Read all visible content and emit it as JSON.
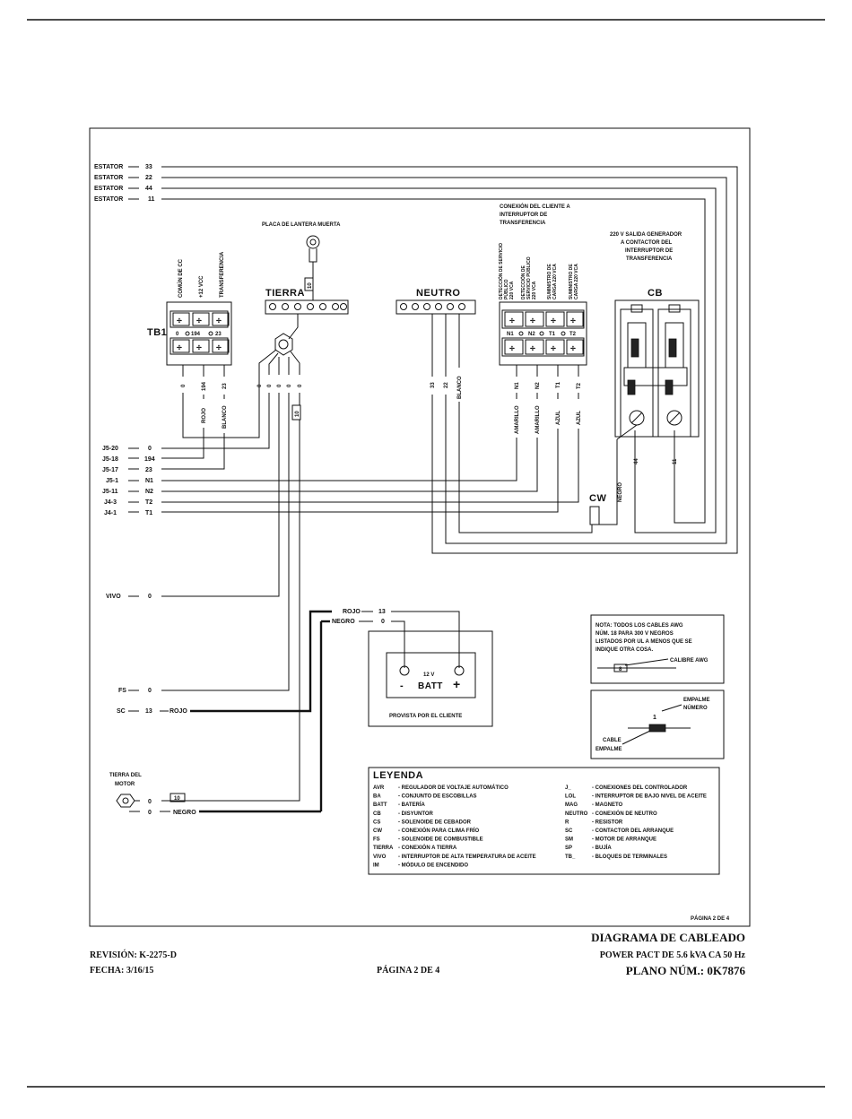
{
  "stator": [
    {
      "label": "ESTATOR",
      "num": "33"
    },
    {
      "label": "ESTATOR",
      "num": "22"
    },
    {
      "label": "ESTATOR",
      "num": "44"
    },
    {
      "label": "ESTATOR",
      "num": "11"
    }
  ],
  "placa": {
    "title": "PLACA DE LANTERA MUERTA",
    "tag": "10"
  },
  "tierra_label": "TIERRA",
  "neutro_label": "NEUTRO",
  "tb1": {
    "label": "TB1",
    "headers": [
      "COMÚN DE CC",
      "+12 VCC",
      "TRANSFERENCIA"
    ],
    "terminals": [
      "0",
      "194",
      "23"
    ],
    "wires": [
      "0",
      "194",
      "23"
    ],
    "colors": [
      "ROJO",
      "BLANCO"
    ]
  },
  "tierra_wires": [
    "0",
    "0",
    "0",
    "0",
    "0"
  ],
  "tierra_tag": "10",
  "neutro_wires": [
    "33",
    "22"
  ],
  "neutro_color": "BLANCO",
  "cliente": {
    "title": "CONEXIÓN DEL CLIENTE A INTERRUPTOR DE TRANSFERENCIA",
    "headers": [
      "DETECCIÓN DE SERVICIO PÚBLICO 220 VCA",
      "DETECCIÓN DE SERVICIO PÚBLICO 220 VCA",
      "SUMINISTRO DE CARGA 220 VCA",
      "SUMINISTRO DE CARGA 220 VCA"
    ],
    "terminals": [
      "N1",
      "N2",
      "T1",
      "T2"
    ],
    "wires": [
      "N1",
      "N2",
      "T1",
      "T2"
    ],
    "colors": [
      "AMARILLO",
      "AMARILLO",
      "AZUL",
      "AZUL"
    ]
  },
  "generador_title": "220 V SALIDA GENERADOR A CONTACTOR DEL INTERRUPTOR DE TRANSFERENCIA",
  "cb": {
    "label": "CB",
    "wires": [
      "44",
      "11"
    ]
  },
  "cw": {
    "label": "CW",
    "color": "NEGRO"
  },
  "left_conn": [
    {
      "pin": "J5-20",
      "num": "0"
    },
    {
      "pin": "J5-18",
      "num": "194"
    },
    {
      "pin": "J5-17",
      "num": "23"
    },
    {
      "pin": "J5-1",
      "num": "N1"
    },
    {
      "pin": "J5-11",
      "num": "N2"
    },
    {
      "pin": "J4-3",
      "num": "T2"
    },
    {
      "pin": "J4-1",
      "num": "T1"
    }
  ],
  "vivo": {
    "label": "VIVO",
    "num": "0"
  },
  "fs": {
    "label": "FS",
    "num": "0"
  },
  "sc": {
    "label": "SC",
    "num": "13",
    "color": "ROJO"
  },
  "batt_wires": [
    {
      "color": "ROJO",
      "num": "13"
    },
    {
      "color": "NEGRO",
      "num": "0"
    }
  ],
  "battery": {
    "voltage": "12 V",
    "label": "BATT",
    "minus": "-",
    "plus": "+",
    "caption": "PROVISTA POR EL CLIENTE"
  },
  "motor": {
    "title": "TIERRA DEL MOTOR",
    "rows": [
      {
        "num": "0",
        "tag": "10"
      },
      {
        "num": "0",
        "color": "NEGRO"
      }
    ]
  },
  "nota": {
    "text": [
      "NOTA: TODOS LOS CABLES AWG",
      "NÚM. 18 PARA 300 V NEGROS",
      "LISTADOS POR UL A MENOS QUE SE",
      "INDIQUE OTRA COSA."
    ],
    "tag": "8",
    "caption": "CALIBRE AWG"
  },
  "empalme": {
    "label1": "EMPALME",
    "label2": "NÚMERO",
    "tag": "1",
    "cable1": "CABLE",
    "cable2": "EMPALME"
  },
  "leyenda": {
    "title": "LEYENDA",
    "left": [
      {
        "k": "AVR",
        "v": "- REGULADOR DE VOLTAJE AUTOMÁTICO"
      },
      {
        "k": "BA",
        "v": "- CONJUNTO DE ESCOBILLAS"
      },
      {
        "k": "BATT",
        "v": "- BATERÍA"
      },
      {
        "k": "CB",
        "v": "- DISYUNTOR"
      },
      {
        "k": "CS",
        "v": "- SOLENOIDE DE CEBADOR"
      },
      {
        "k": "CW",
        "v": "- CONEXIÓN PARA CLIMA FRÍO"
      },
      {
        "k": "FS",
        "v": "- SOLENOIDE DE COMBUSTIBLE"
      },
      {
        "k": "TIERRA",
        "v": "- CONEXIÓN A TIERRA"
      },
      {
        "k": "VIVO",
        "v": "- INTERRUPTOR DE ALTA TEMPERATURA DE ACEITE"
      },
      {
        "k": "IM",
        "v": "- MÓDULO DE ENCENDIDO"
      }
    ],
    "right": [
      {
        "k": "J_",
        "v": "- CONEXIONES DEL CONTROLADOR"
      },
      {
        "k": "LOL",
        "v": "- INTERRUPTOR DE BAJO NIVEL DE ACEITE"
      },
      {
        "k": "MAG",
        "v": "- MAGNETO"
      },
      {
        "k": "NEUTRO",
        "v": "- CONEXIÓN DE NEUTRO"
      },
      {
        "k": "R",
        "v": "- RESISTOR"
      },
      {
        "k": "SC",
        "v": "- CONTACTOR DEL ARRANQUE"
      },
      {
        "k": "SM",
        "v": "- MOTOR DE ARRANQUE"
      },
      {
        "k": "SP",
        "v": "- BUJÍA"
      },
      {
        "k": "TB_",
        "v": "- BLOQUES DE TERMINALES"
      }
    ]
  },
  "page_inner": "PÁGINA 2 DE 4",
  "footer": {
    "revision": "REVISIÓN: K-2275-D",
    "fecha": "FECHA: 3/16/15",
    "pagina": "PÁGINA 2 DE 4",
    "title": "DIAGRAMA DE CABLEADO",
    "subtitle": "POWER PACT DE 5.6 kVA CA 50 Hz",
    "plano": "PLANO NÚM.: 0K7876"
  }
}
